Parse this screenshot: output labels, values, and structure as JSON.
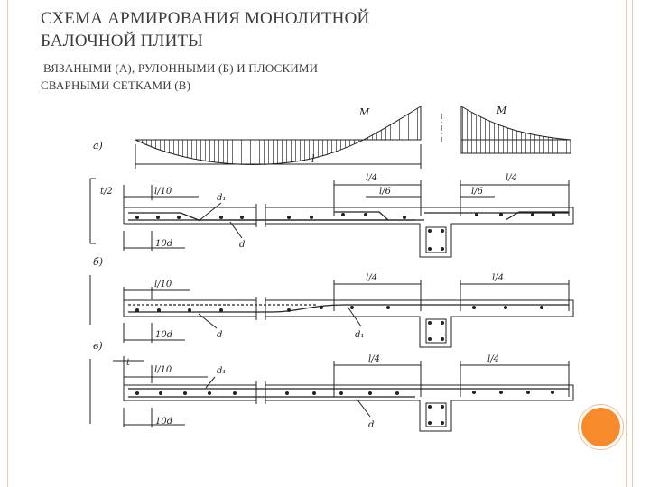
{
  "slide": {
    "title_lines": [
      "СХЕМА АРМИРОВАНИЯ МОНОЛИТНОЙ",
      "БАЛОЧНОЙ ПЛИТЫ"
    ],
    "subtitle_lines": [
      "ВЯЗАНЫМИ (А), РУЛОННЫМИ (Б) И ПЛОСКИМИ",
      "СВАРНЫМИ СЕТКАМИ (В)"
    ],
    "accent_color": "#f78b2b",
    "frame_color": "#f2c9a8"
  },
  "diagram": {
    "moment_label": "M",
    "span_label": "l",
    "schemes": [
      {
        "id": "a",
        "label": "а)",
        "dims": {
          "half_t": "t/2",
          "l10": "l/10",
          "l4_left": "l/4",
          "l6_left": "l/6",
          "l6_right": "l/6",
          "l4_right": "l/4",
          "d10": "10d"
        },
        "bars": {
          "d1": "d₁",
          "d": "d"
        }
      },
      {
        "id": "b",
        "label": "б)",
        "dims": {
          "l10": "l/10",
          "l4_left": "l/4",
          "l4_right": "l/4",
          "d10": "10d"
        },
        "bars": {
          "d": "d",
          "d1": "d₁"
        }
      },
      {
        "id": "v",
        "label": "в)",
        "dims": {
          "t": "t",
          "l10": "l/10",
          "l4_left": "l/4",
          "l4_right": "l/4",
          "d10": "10d"
        },
        "bars": {
          "d1": "d₁",
          "d": "d"
        }
      }
    ]
  }
}
